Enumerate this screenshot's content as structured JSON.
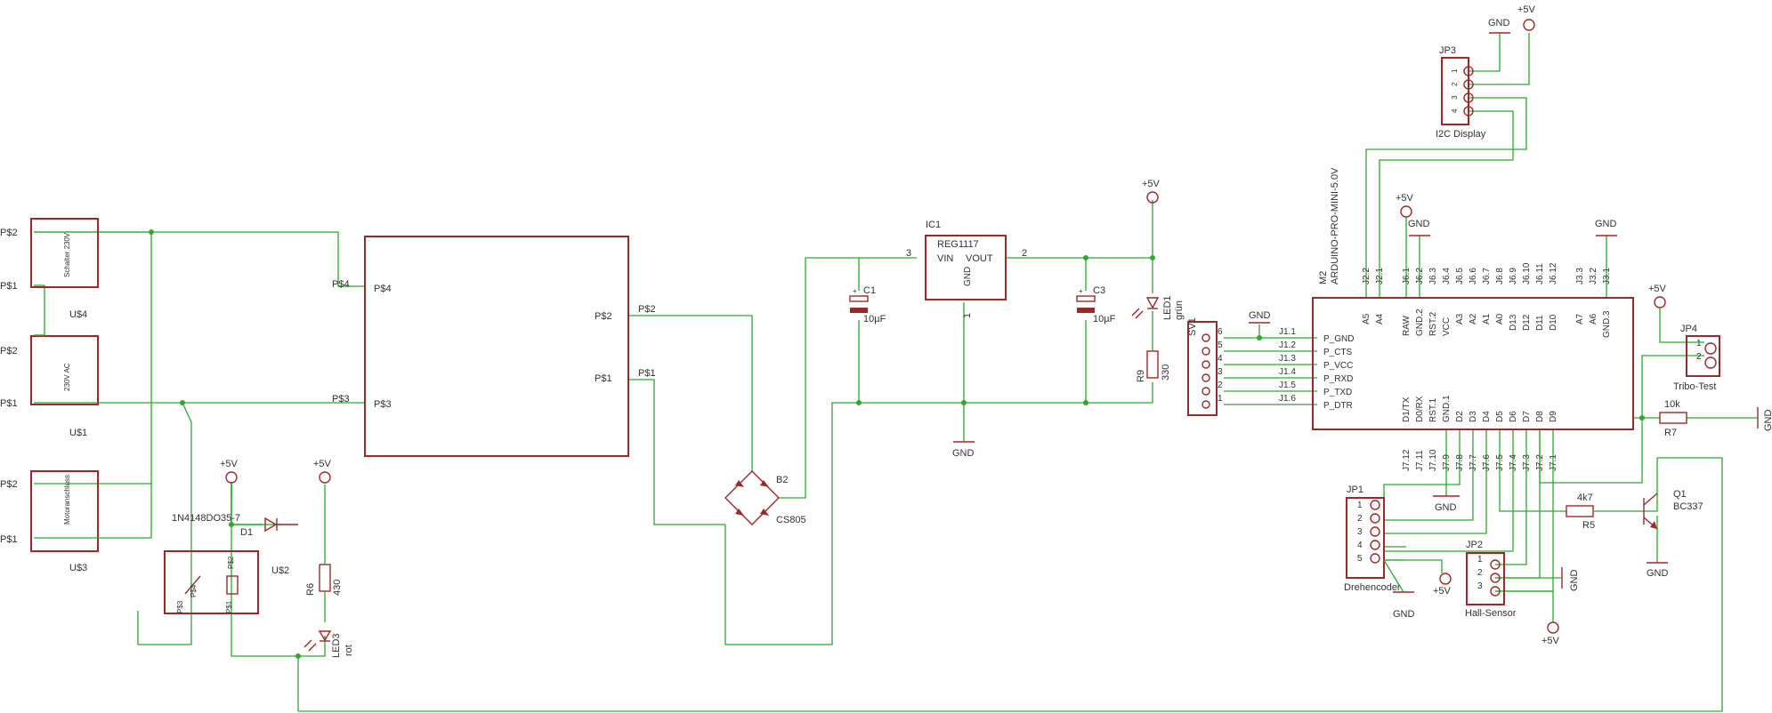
{
  "labels": {
    "gnd": "GND",
    "vcc": "+5V",
    "p1": "P$1",
    "p2": "P$2",
    "p3": "P$3",
    "p4": "P$4",
    "u4_text": "Schalter 230V",
    "u4_name": "U$4",
    "u1_text": "230V AC",
    "u1_name": "U$1",
    "u3_text": "Motoranschluss",
    "u3_name": "U$3",
    "u2_name": "U$2",
    "d1_part": "1N4148DO35-7",
    "d1_name": "D1",
    "r6_name": "R6",
    "r6_value": "430",
    "led3_name": "LED3",
    "led3_color": "rot",
    "b2_name": "B2",
    "b2_part": "CS805",
    "c1_name": "C1",
    "c1_value": "10µF",
    "ic1_name": "IC1",
    "ic1_part": "REG1117",
    "ic1_vin": "VIN",
    "ic1_vout": "VOUT",
    "ic1_gnd": "GND",
    "pin_1": "1",
    "pin_2": "2",
    "pin_3": "3",
    "c3_name": "C3",
    "c3_value": "10µF",
    "led1_name": "LED1",
    "led1_color": "grün",
    "r9_name": "R9",
    "r9_value": "330",
    "sv1_name": "SV1",
    "sv1_pins": [
      "6",
      "5",
      "4",
      "3",
      "2",
      "1"
    ],
    "j1_nets": [
      "J1.1",
      "J1.2",
      "J1.3",
      "J1.4",
      "J1.5",
      "J1.6"
    ],
    "m2_name": "M2",
    "m2_part": "ARDUINO-PRO-MINI-5.0V",
    "m2_left_pins": [
      "P_GND",
      "P_CTS",
      "P_VCC",
      "P_RXD",
      "P_TXD",
      "P_DTR"
    ],
    "m2_top_pins": [
      "A5",
      "A4",
      "RAW",
      "GND.2",
      "RST.2",
      "VCC",
      "A3",
      "A2",
      "A1",
      "A0",
      "D13",
      "D12",
      "D11",
      "D10",
      "A7",
      "A6",
      "GND.3"
    ],
    "m2_top_nets": [
      "J2.2",
      "J2.1",
      "J6.1",
      "J6.2",
      "J6.3",
      "J6.4",
      "J6.5",
      "J6.6",
      "J6.7",
      "J6.8",
      "J6.9",
      "J6.10",
      "J6.11",
      "J6.12",
      "J3.3",
      "J3.2",
      "J3.1"
    ],
    "m2_bottom_pins": [
      "D1/TX",
      "D0/RX",
      "RST.1",
      "GND.1",
      "D2",
      "D3",
      "D4",
      "D5",
      "D6",
      "D7",
      "D8",
      "D9"
    ],
    "m2_bottom_nets": [
      "J7.12",
      "J7.11",
      "J7.10",
      "J7.9",
      "J7.8",
      "J7.7",
      "J7.6",
      "J7.5",
      "J7.4",
      "J7.3",
      "J7.2",
      "J7.1"
    ],
    "jp3_name": "JP3",
    "jp3_label": "I2C Display",
    "jp3_pins": [
      "1",
      "2",
      "3",
      "4"
    ],
    "jp4_name": "JP4",
    "jp4_label": "Tribo-Test",
    "jp4_pins": [
      "1",
      "2"
    ],
    "r7_name": "R7",
    "r7_value": "10k",
    "r5_name": "R5",
    "r5_value": "4k7",
    "q1_name": "Q1",
    "q1_part": "BC337",
    "jp1_name": "JP1",
    "jp1_label": "Drehencoder",
    "jp1_pins": [
      "1",
      "2",
      "3",
      "4",
      "5"
    ],
    "jp2_name": "JP2",
    "jp2_label": "Hall-Sensor",
    "jp2_pins": [
      "1",
      "2",
      "3"
    ]
  },
  "colors": {
    "wire": "#2ea830",
    "part": "#9a2a2a",
    "text": "#303030",
    "background": "#ffffff"
  }
}
